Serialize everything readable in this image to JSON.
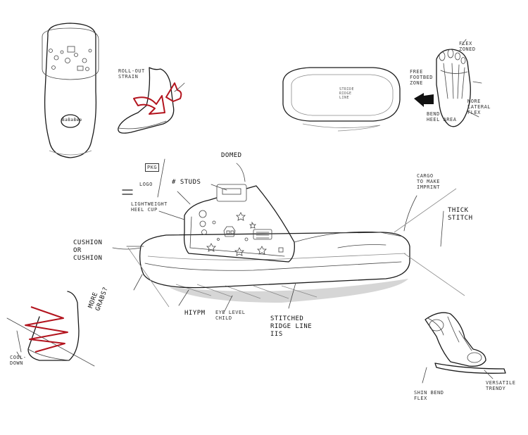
{
  "colors": {
    "ink": "#1a1a1a",
    "accent_red": "#b3141e",
    "paper": "#ffffff",
    "shadow": "#cfcfcf"
  },
  "sketch": {
    "top_view": {
      "logo_text": "BaBaBee"
    },
    "bottom_view": {
      "sole_label": "STRIDE\nRIDGE\nLINE"
    },
    "annotations": {
      "roll_over": "ROLL-OUT\nSTRAIN",
      "flex_zones": "FLEX\nZONED",
      "free_footbed": "FREE\nFOOTBED\nZONE",
      "bend_heel": "BEND\nHEEL AREA",
      "more_lateral": "MORE\nLATERAL\nFLEX",
      "domed": "DOMED",
      "pkg": "PKG",
      "logo": "LOGO",
      "studs": "# STUDS",
      "lightweight": "LIGHTWEIGHT\nHEEL CUP",
      "cushion": "CUSHION\nOR\nCUSHION",
      "cargo": "CARGO\nTO MAKE\nIMPRINT",
      "thick_stitch": "THICK\nSTITCH",
      "hiypm": "HIYPM",
      "eye_level": "EYE LEVEL\nCHILD",
      "stitched": "STITCHED\nRIDGE LINE\nIIS",
      "more_grabs": "MORE\nGRABS?",
      "cool_down": "COOL-\nDOWN",
      "shin_flex": "SHIN BEND\nFLEX",
      "versatile": "VERSATILE\nTRENDY"
    }
  }
}
